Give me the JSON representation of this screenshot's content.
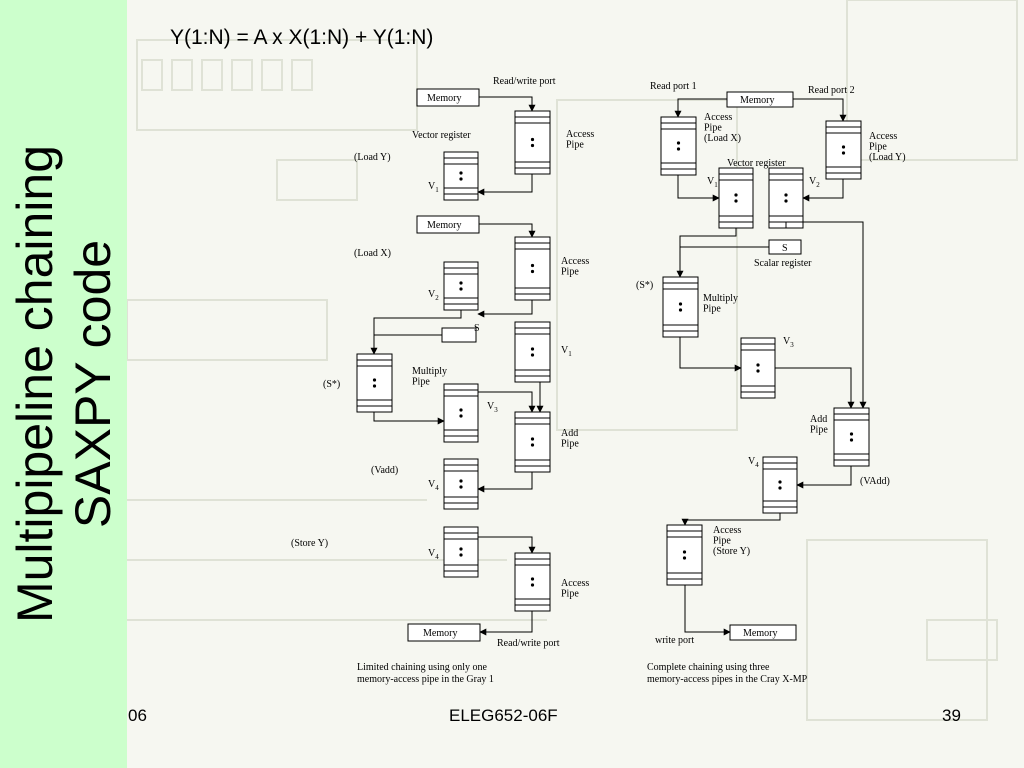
{
  "slide": {
    "title_line1": "Multipipeline chaining",
    "title_line2": "SAXPY code",
    "formula": "Y(1:N) = A x X(1:N) + Y(1:N)",
    "footer_left": "06",
    "footer_center": "ELEG652-06F",
    "footer_right": "39"
  },
  "left_diagram": {
    "read_write_port_top": "Read/write port",
    "memory1": "Memory",
    "memory2": "Memory",
    "memory3": "Memory",
    "vector_register": "Vector register",
    "load_y": "(Load Y)",
    "load_x": "(Load X)",
    "access_pipe_1": "Access\nPipe",
    "access_pipe_2": "Access\nPipe",
    "access_pipe_3": "Access\nPipe",
    "v1_a": "V1",
    "v1_b": "V1",
    "v2": "V2",
    "v3": "V3",
    "v4_a": "V4",
    "v4_b": "V4",
    "s": "S",
    "s_star": "(S*)",
    "multiply_pipe": "Multiply\nPipe",
    "add_pipe": "Add\nPipe",
    "vadd": "(Vadd)",
    "store_y": "(Store Y)",
    "read_write_port_bottom": "Read/write port",
    "caption": "Limited chaining using only one\nmemory-access pipe in the Gray 1"
  },
  "right_diagram": {
    "read_port_1": "Read port 1",
    "read_port_2": "Read port 2",
    "memory_top": "Memory",
    "memory_bottom": "Memory",
    "access_pipe_load_x": "Access\nPipe\n(Load X)",
    "access_pipe_load_y": "Access\nPipe\n(Load Y)",
    "vector_register": "Vector register",
    "v1": "V1",
    "v2": "V2",
    "s": "S",
    "scalar_register": "Scalar register",
    "s_star": "(S*)",
    "multiply_pipe": "Multiply\nPipe",
    "v3": "V3",
    "add_pipe": "Add\nPipe",
    "v4": "V4",
    "vadd": "(VAdd)",
    "access_pipe_store_y": "Access\nPipe\n(Store Y)",
    "write_port": "write port",
    "caption": "Complete chaining using three\nmemory-access pipes in the Cray X-MP"
  },
  "colors": {
    "sidebar": "#ccffcc",
    "background": "#f6f7f1",
    "ink": "#000000"
  }
}
